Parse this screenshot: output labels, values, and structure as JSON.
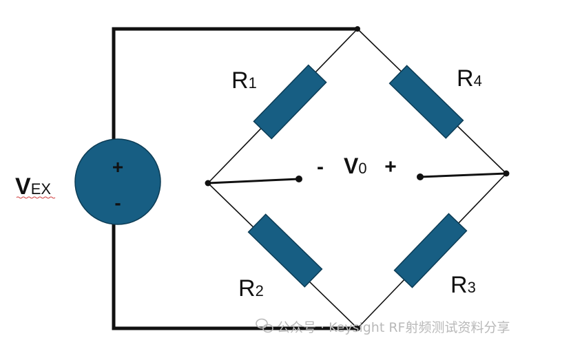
{
  "colors": {
    "wire": "#111111",
    "component_fill": "#175e83",
    "component_stroke": "#0c3c55",
    "watermark": "#b9b9b9",
    "background": "#ffffff"
  },
  "source": {
    "label_main": "V",
    "label_sub": "EX",
    "plus": "+",
    "minus": "-"
  },
  "resistors": {
    "r1": {
      "main": "R",
      "sub": "1"
    },
    "r2": {
      "main": "R",
      "sub": "2"
    },
    "r3": {
      "main": "R",
      "sub": "3"
    },
    "r4": {
      "main": "R",
      "sub": "4"
    }
  },
  "output": {
    "minus": "-",
    "label_main": "V",
    "label_sub": "0",
    "plus": "+"
  },
  "watermark": {
    "icon": "wechat-icon",
    "text": "公众号 · Keysight RF射频测试资料分享"
  }
}
